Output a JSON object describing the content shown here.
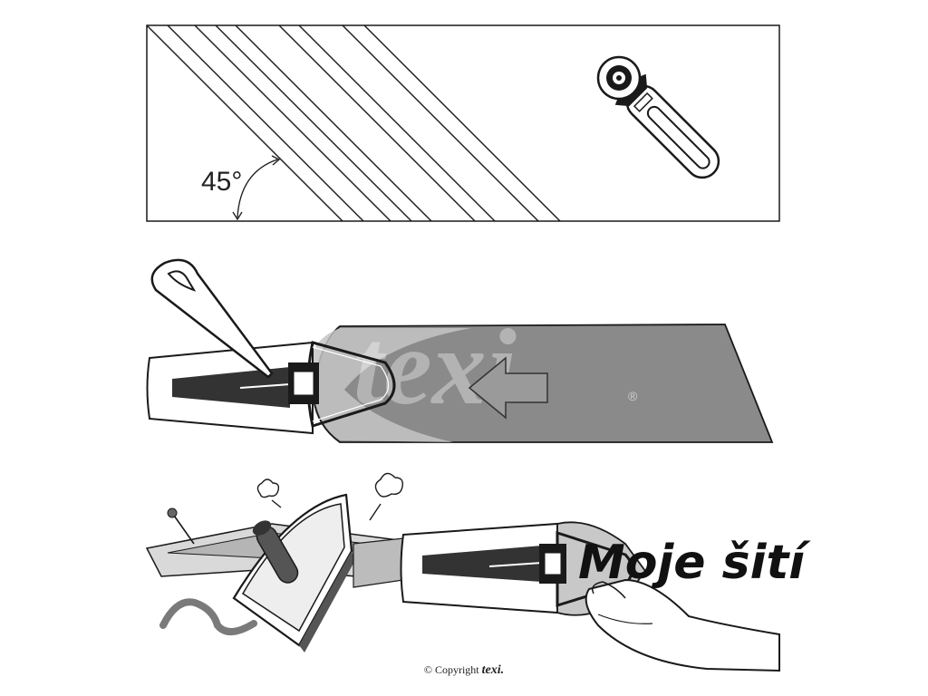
{
  "panel_top": {
    "angle_label": "45°",
    "cutter": "rotary-cutter-icon"
  },
  "panel_middle": {
    "watermark_text": "texi",
    "watermark_reg": "®",
    "needle": "needle-icon",
    "direction_arrow": "left-arrow-icon"
  },
  "panel_bottom": {
    "title": "Moje šití",
    "iron": "iron-icon",
    "pin": "pin-icon",
    "steam": "steam-icon",
    "hand": "hand-icon"
  },
  "footer": {
    "copyright_prefix": "© Copyright",
    "brand": "texi."
  },
  "colors": {
    "fabric_dark": "#8a8a8a",
    "fabric_light": "#c8c8c8",
    "outline": "#1a1a1a"
  }
}
